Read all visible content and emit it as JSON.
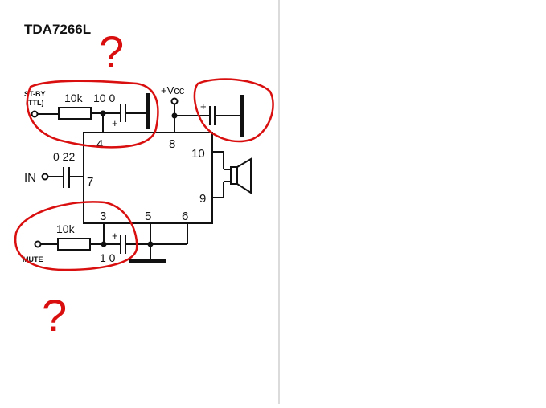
{
  "title": "TDA7266L",
  "colors": {
    "ink": "#111111",
    "annotation": "#d90f0f",
    "background": "#ffffff",
    "separator": "#cfcfcf"
  },
  "pins": {
    "p3": "3",
    "p4": "4",
    "p5": "5",
    "p6": "6",
    "p7": "7",
    "p8": "8",
    "p9": "9",
    "p10": "10"
  },
  "labels": {
    "standby_line1": "ST-BY",
    "standby_line2": "(TTL)",
    "standby_resistor": "10k",
    "standby_cap": "10 0",
    "plus_top": "+",
    "plus_stby": "+",
    "plus_mute": "+",
    "vcc": "+Vcc",
    "input_cap": "0 22",
    "input": "IN",
    "mute_resistor": "10k",
    "mute": "MUTE",
    "mute_cap": "1 0"
  },
  "annotations": {
    "question_mark_top": "?",
    "question_mark_bottom": "?"
  },
  "icons": {
    "speaker": "speaker-icon",
    "ground": "ground-icon"
  }
}
